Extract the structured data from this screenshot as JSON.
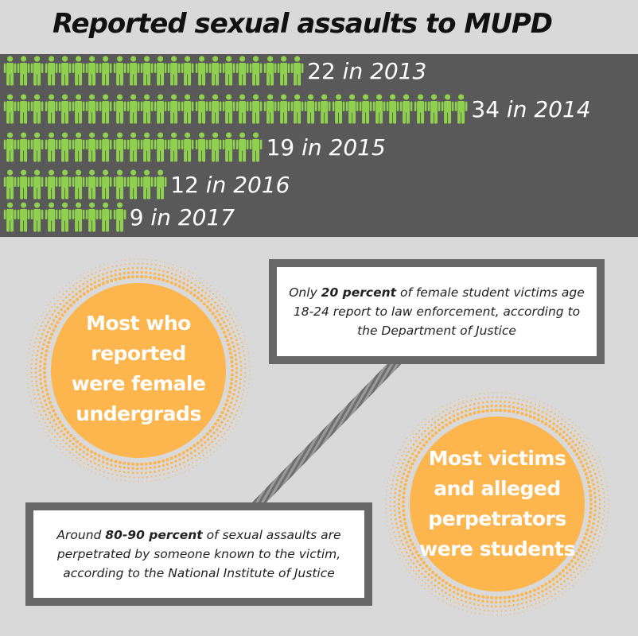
{
  "title": "Reported sexual assaults to MUPD",
  "colors": {
    "background": "#d9d9d9",
    "band": "#595959",
    "person_icon": "#8fd14f",
    "circle_fill": "#fdb54e",
    "callout_border": "#676767"
  },
  "chart_data": {
    "type": "bar",
    "encoding": "pictograph",
    "icon": "person-icon",
    "categories": [
      "2013",
      "2014",
      "2015",
      "2016",
      "2017"
    ],
    "values": [
      22,
      34,
      19,
      12,
      9
    ],
    "labels": [
      {
        "count": "22",
        "year": "in 2013"
      },
      {
        "count": "34",
        "year": "in 2014"
      },
      {
        "count": "19",
        "year": "in 2015"
      },
      {
        "count": "12",
        "year": "in 2016"
      },
      {
        "count": "9",
        "year": "in 2017"
      }
    ]
  },
  "circles": {
    "left": {
      "lines": [
        "Most who",
        "reported",
        "were female",
        "undergrads"
      ]
    },
    "right": {
      "lines": [
        "Most victims",
        "and alleged",
        "perpetrators",
        "were students"
      ]
    }
  },
  "callouts": {
    "top": {
      "before": "Only ",
      "bold": "20 percent",
      "after": " of female student victims age 18-24 report to law enforcement, according to the Department of Justice"
    },
    "bottom": {
      "before": "Around ",
      "bold": "80-90 percent",
      "after": " of sexual assaults are perpetrated by someone known to the victim, according to the National Institute of Justice"
    }
  }
}
